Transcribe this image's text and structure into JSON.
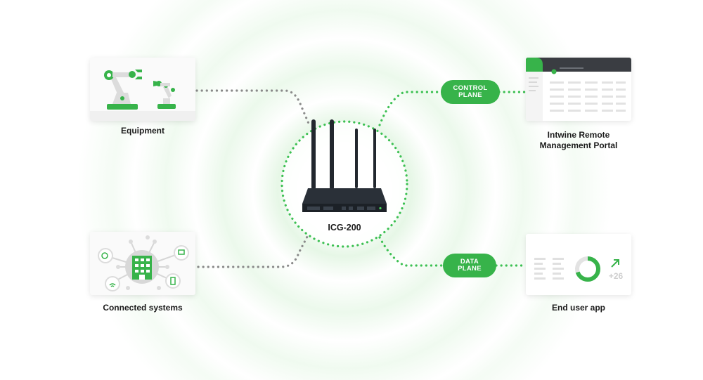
{
  "device": {
    "name": "ICG-200"
  },
  "nodes": {
    "equipment": {
      "label": "Equipment"
    },
    "connected_systems": {
      "label": "Connected systems"
    },
    "portal": {
      "label_line1": "Intwine Remote",
      "label_line2": "Management Portal"
    },
    "end_user_app": {
      "label": "End user app",
      "stat": "+26"
    }
  },
  "links": {
    "control_plane": {
      "line1": "CONTROL",
      "line2": "PLANE"
    },
    "data_plane": {
      "line1": "DATA",
      "line2": "PLANE"
    }
  },
  "colors": {
    "accent": "#37b34a",
    "neutral_dots": "#8a8a8a",
    "device": "#22272e"
  }
}
